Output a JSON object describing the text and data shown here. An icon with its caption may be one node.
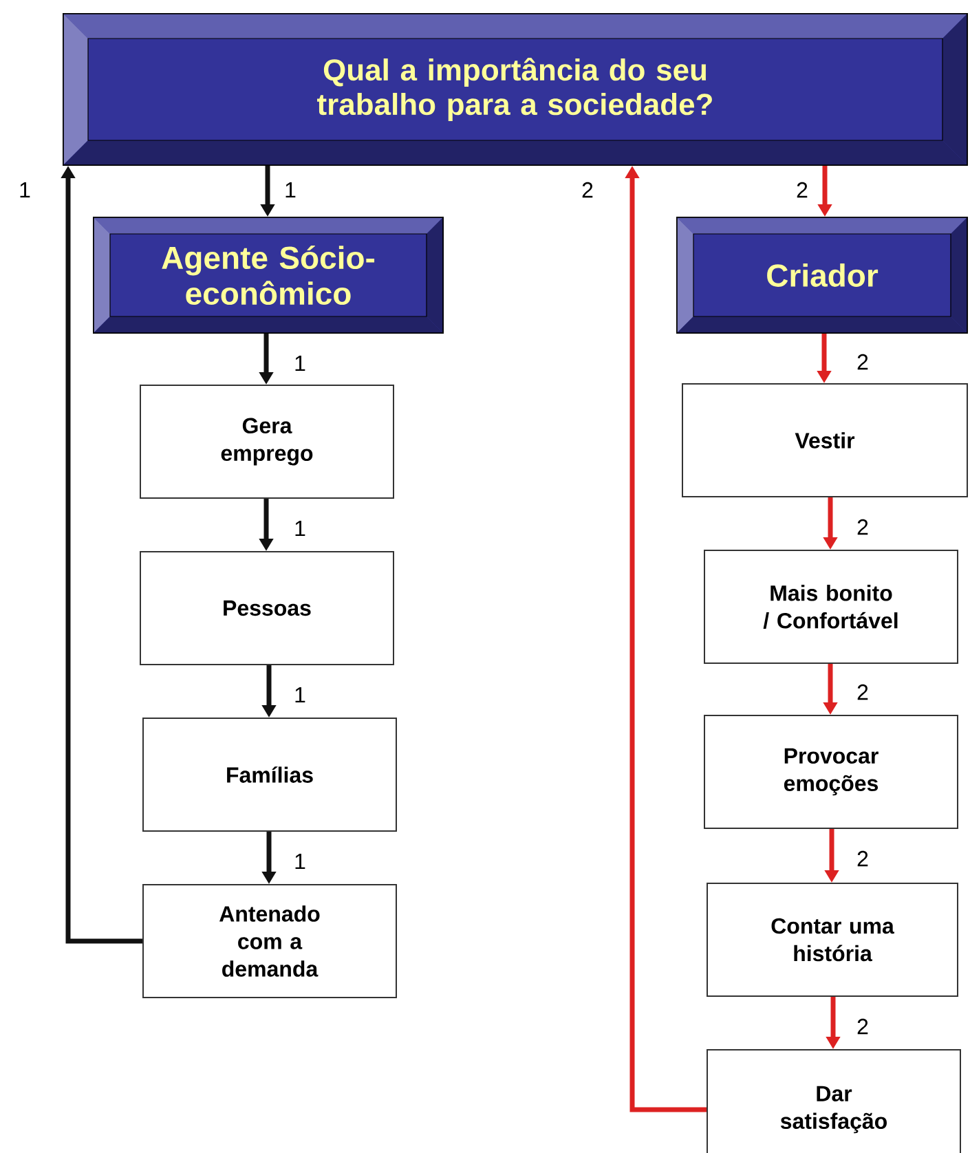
{
  "diagram": {
    "nodes": [
      {
        "text": [
          "Qual a importância do seu trabalho para a sociedade?"
        ]
      },
      {
        "text": [
          "Agente Sócio-econômico"
        ]
      },
      {
        "text": [
          "Criador"
        ]
      },
      {
        "text": [
          "Gera emprego"
        ]
      },
      {
        "text": [
          "Pessoas"
        ]
      },
      {
        "text": [
          "Famílias"
        ]
      },
      {
        "text": [
          "Antenado com a demanda"
        ]
      },
      {
        "text": [
          "Vestir"
        ]
      },
      {
        "text": [
          "Mais bonito / Confortável"
        ]
      },
      {
        "text": [
          "Provocar emoções"
        ]
      },
      {
        "text": [
          "Contar uma história"
        ]
      },
      {
        "text": [
          "Dar satisfação"
        ]
      }
    ],
    "edges": [
      {
        "from": 0,
        "to": 1,
        "arrow": "to",
        "label": "1",
        "color": "#111111"
      },
      {
        "from": 1,
        "to": 3,
        "arrow": "to",
        "label": "1",
        "color": "#111111"
      },
      {
        "from": 3,
        "to": 4,
        "arrow": "to",
        "label": "1",
        "color": "#111111"
      },
      {
        "from": 4,
        "to": 5,
        "arrow": "to",
        "label": "1",
        "color": "#111111"
      },
      {
        "from": 5,
        "to": 6,
        "arrow": "to",
        "label": "1",
        "color": "#111111"
      },
      {
        "from": 6,
        "to": 0,
        "arrow": "to",
        "label": "1",
        "color": "#111111"
      },
      {
        "from": 0,
        "to": 2,
        "arrow": "to",
        "label": "2",
        "color": "#dd2222"
      },
      {
        "from": 2,
        "to": 7,
        "arrow": "to",
        "label": "2",
        "color": "#dd2222"
      },
      {
        "from": 7,
        "to": 8,
        "arrow": "to",
        "label": "2",
        "color": "#dd2222"
      },
      {
        "from": 8,
        "to": 9,
        "arrow": "to",
        "label": "2",
        "color": "#dd2222"
      },
      {
        "from": 9,
        "to": 10,
        "arrow": "to",
        "label": "2",
        "color": "#dd2222"
      },
      {
        "from": 10,
        "to": 11,
        "arrow": "to",
        "label": "2",
        "color": "#dd2222"
      },
      {
        "from": 11,
        "to": 0,
        "arrow": "to",
        "label": "2",
        "color": "#dd2222"
      }
    ]
  }
}
